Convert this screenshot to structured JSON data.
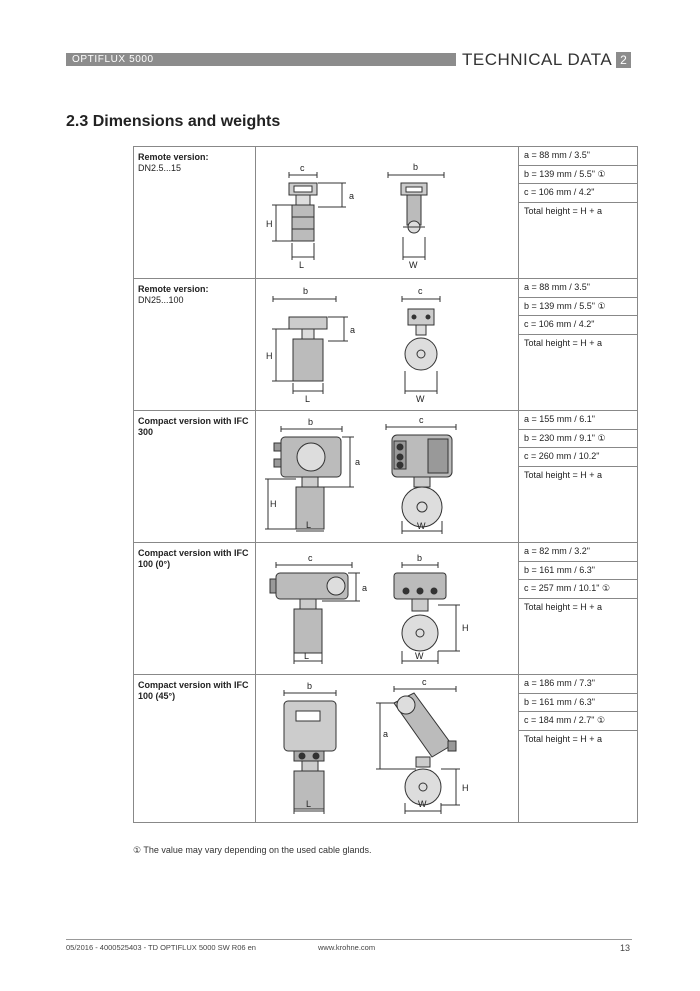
{
  "header": {
    "product": "OPTIFLUX 5000",
    "title": "TECHNICAL DATA",
    "chapter": "2"
  },
  "section": {
    "title": "2.3  Dimensions and weights"
  },
  "rows": [
    {
      "label_title": "Remote version:",
      "label_sub": "DN2.5...15",
      "specs": [
        "a = 88 mm / 3.5\"",
        "b = 139 mm / 5.5\" ①",
        "c = 106 mm / 4.2\"",
        "Total height = H + a"
      ]
    },
    {
      "label_title": "Remote version:",
      "label_sub": "DN25...100",
      "specs": [
        "a = 88 mm / 3.5\"",
        "b = 139 mm / 5.5\" ①",
        "c = 106 mm / 4.2\"",
        "Total height = H + a"
      ]
    },
    {
      "label_title": "Compact version with IFC 300",
      "label_sub": "",
      "specs": [
        "a = 155 mm / 6.1\"",
        "b = 230 mm / 9.1\" ①",
        "c = 260 mm / 10.2\"",
        "Total height = H + a"
      ]
    },
    {
      "label_title": "Compact version with IFC 100 (0°)",
      "label_sub": "",
      "specs": [
        "a = 82 mm / 3.2\"",
        "b = 161 mm / 6.3\"",
        "c = 257 mm / 10.1\" ①",
        "Total height = H + a"
      ]
    },
    {
      "label_title": "Compact version with IFC 100 (45°)",
      "label_sub": "",
      "specs": [
        "a = 186 mm / 7.3\"",
        "b = 161 mm / 6.3\"",
        "c = 184 mm / 2.7\" ①",
        "Total height = H + a"
      ]
    }
  ],
  "dim_letters": {
    "a": "a",
    "b": "b",
    "c": "c",
    "h": "H",
    "l": "L",
    "w": "W"
  },
  "footnote": "① The value may vary depending on the used cable glands.",
  "footer": {
    "doc_ref": "05/2016 - 4000525403 - TD OPTIFLUX 5000 SW R06 en",
    "website": "www.krohne.com",
    "page": "13"
  }
}
